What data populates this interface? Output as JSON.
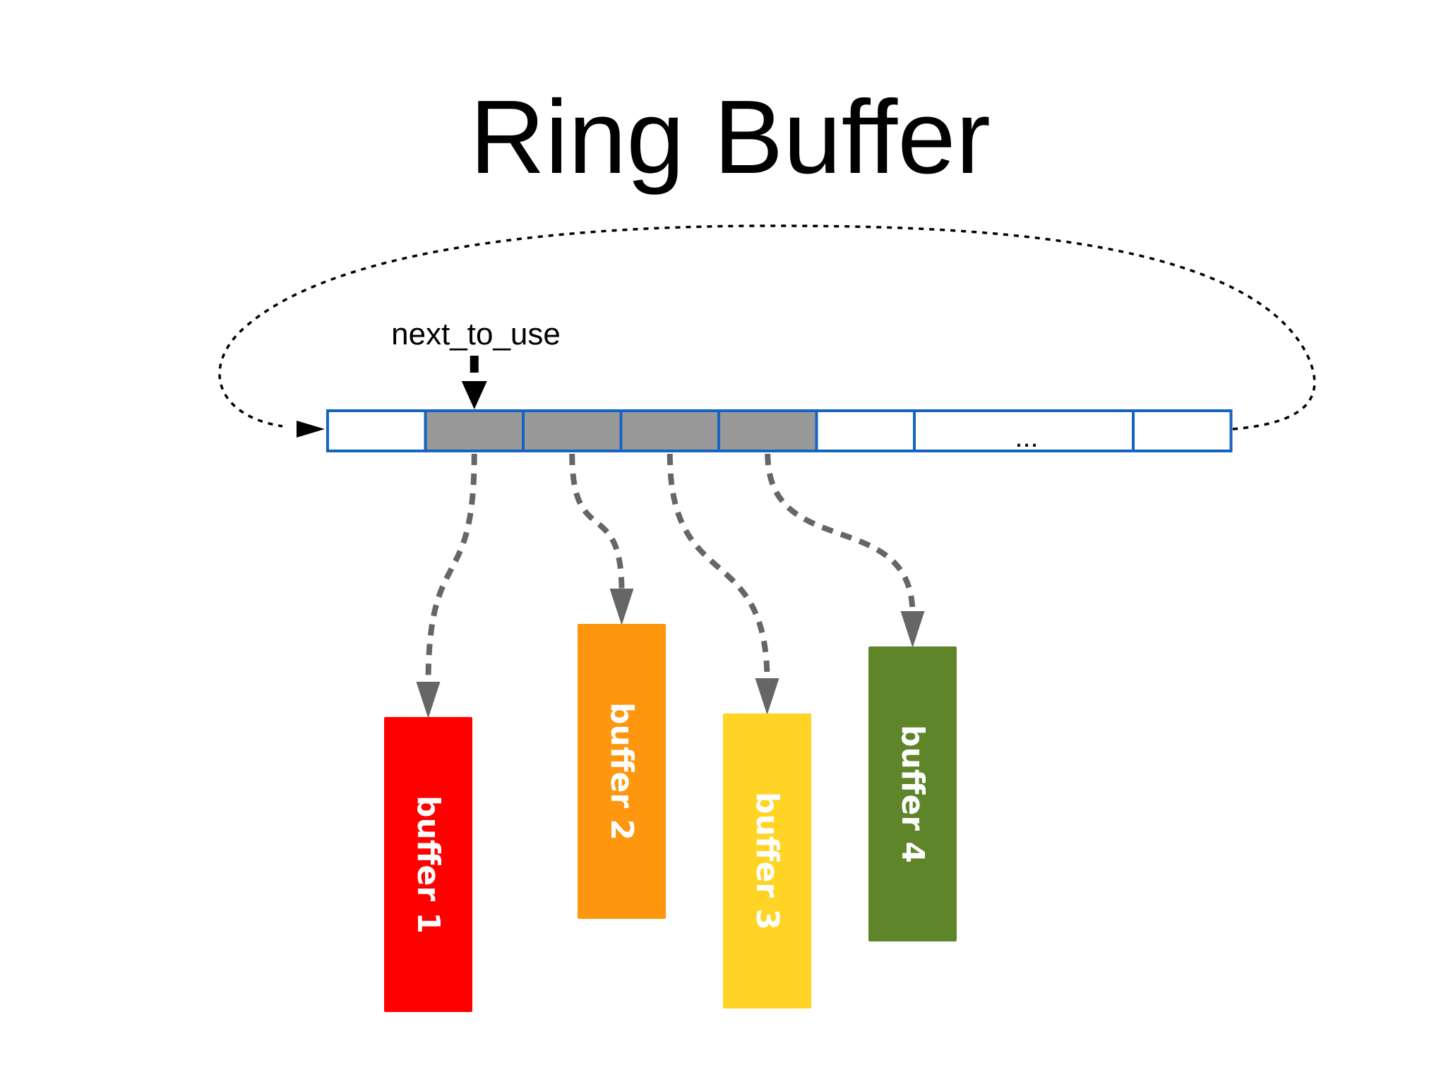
{
  "title": "Ring Buffer",
  "pointer": {
    "label": "next_to_use",
    "slot_index": 1
  },
  "ring": {
    "border_color": "#1565c0",
    "empty_color": "#ffffff",
    "used_color": "#999999",
    "slots": [
      {
        "state": "empty",
        "label": ""
      },
      {
        "state": "used",
        "label": ""
      },
      {
        "state": "used",
        "label": ""
      },
      {
        "state": "used",
        "label": ""
      },
      {
        "state": "used",
        "label": ""
      },
      {
        "state": "empty",
        "label": ""
      },
      {
        "state": "empty",
        "label": "...",
        "wide": true
      },
      {
        "state": "empty",
        "label": ""
      }
    ]
  },
  "buffers": [
    {
      "label": "buffer 1",
      "color": "#ff0000",
      "slot_index": 1
    },
    {
      "label": "buffer 2",
      "color": "#ff960f",
      "slot_index": 2
    },
    {
      "label": "buffer 3",
      "color": "#ffd424",
      "slot_index": 3
    },
    {
      "label": "buffer 4",
      "color": "#5e8529",
      "slot_index": 4
    }
  ]
}
